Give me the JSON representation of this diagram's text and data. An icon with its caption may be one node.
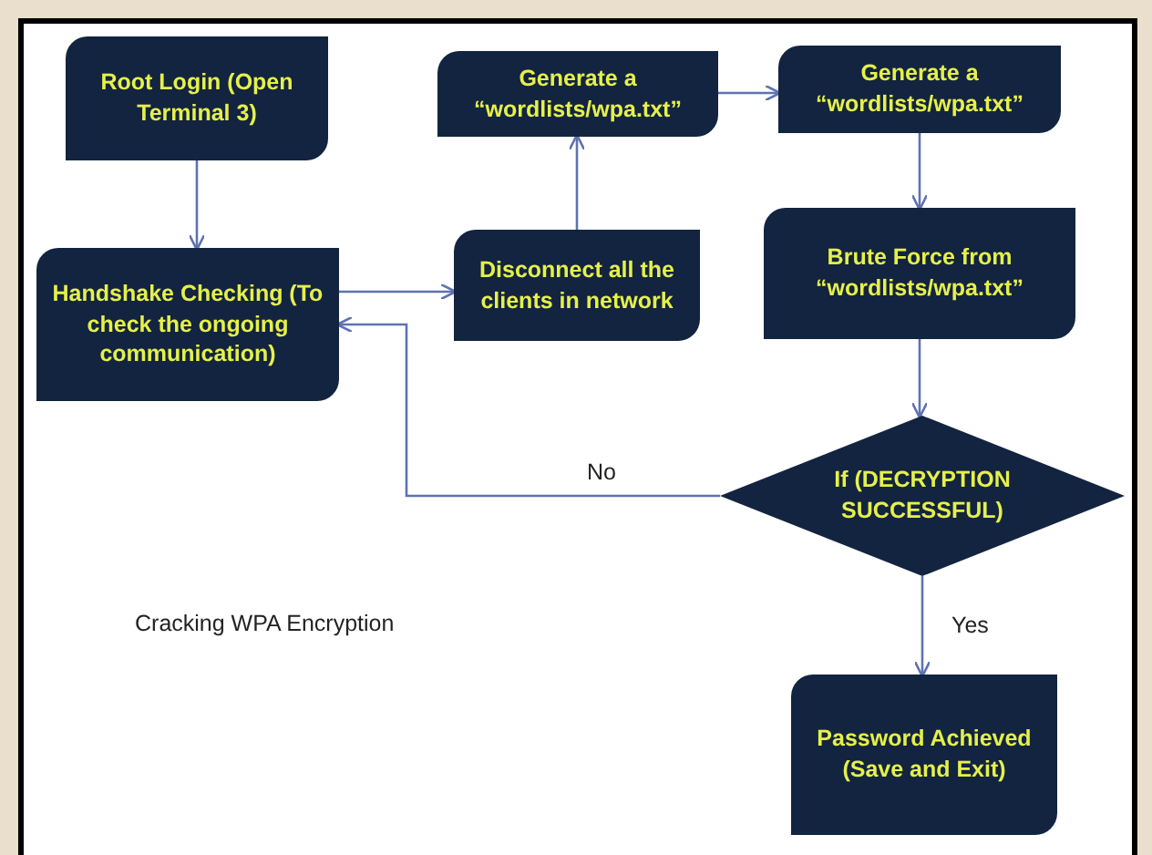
{
  "diagram": {
    "nodes": [
      {
        "text": [
          "Root Login (Open Terminal 3)"
        ]
      },
      {
        "text": [
          "Handshake Checking (To check the ongoing communication)"
        ]
      },
      {
        "text": [
          "Disconnect all the clients in network"
        ]
      },
      {
        "text": [
          "Generate a “wordlists/wpa.txt”"
        ]
      },
      {
        "text": [
          "Generate a “wordlists/wpa.txt”"
        ]
      },
      {
        "text": [
          "Brute Force from “wordlists/wpa.txt”"
        ]
      },
      {
        "text": [
          "If (DECRYPTION SUCCESSFUL)"
        ]
      },
      {
        "text": [
          "Password Achieved (Save and Exit)"
        ]
      }
    ],
    "edges": [
      {
        "from": 0,
        "to": 1,
        "arrow": "to"
      },
      {
        "from": 1,
        "to": 2,
        "arrow": "to"
      },
      {
        "from": 2,
        "to": 3,
        "arrow": "to"
      },
      {
        "from": 3,
        "to": 4,
        "arrow": "to"
      },
      {
        "from": 4,
        "to": 5,
        "arrow": "to"
      },
      {
        "from": 5,
        "to": 6,
        "arrow": "to"
      },
      {
        "from": 6,
        "to": 1,
        "arrow": "to",
        "label": "No"
      },
      {
        "from": 6,
        "to": 7,
        "arrow": "to",
        "label": "Yes"
      }
    ],
    "labels": [
      "Cracking WPA Encryption"
    ]
  }
}
